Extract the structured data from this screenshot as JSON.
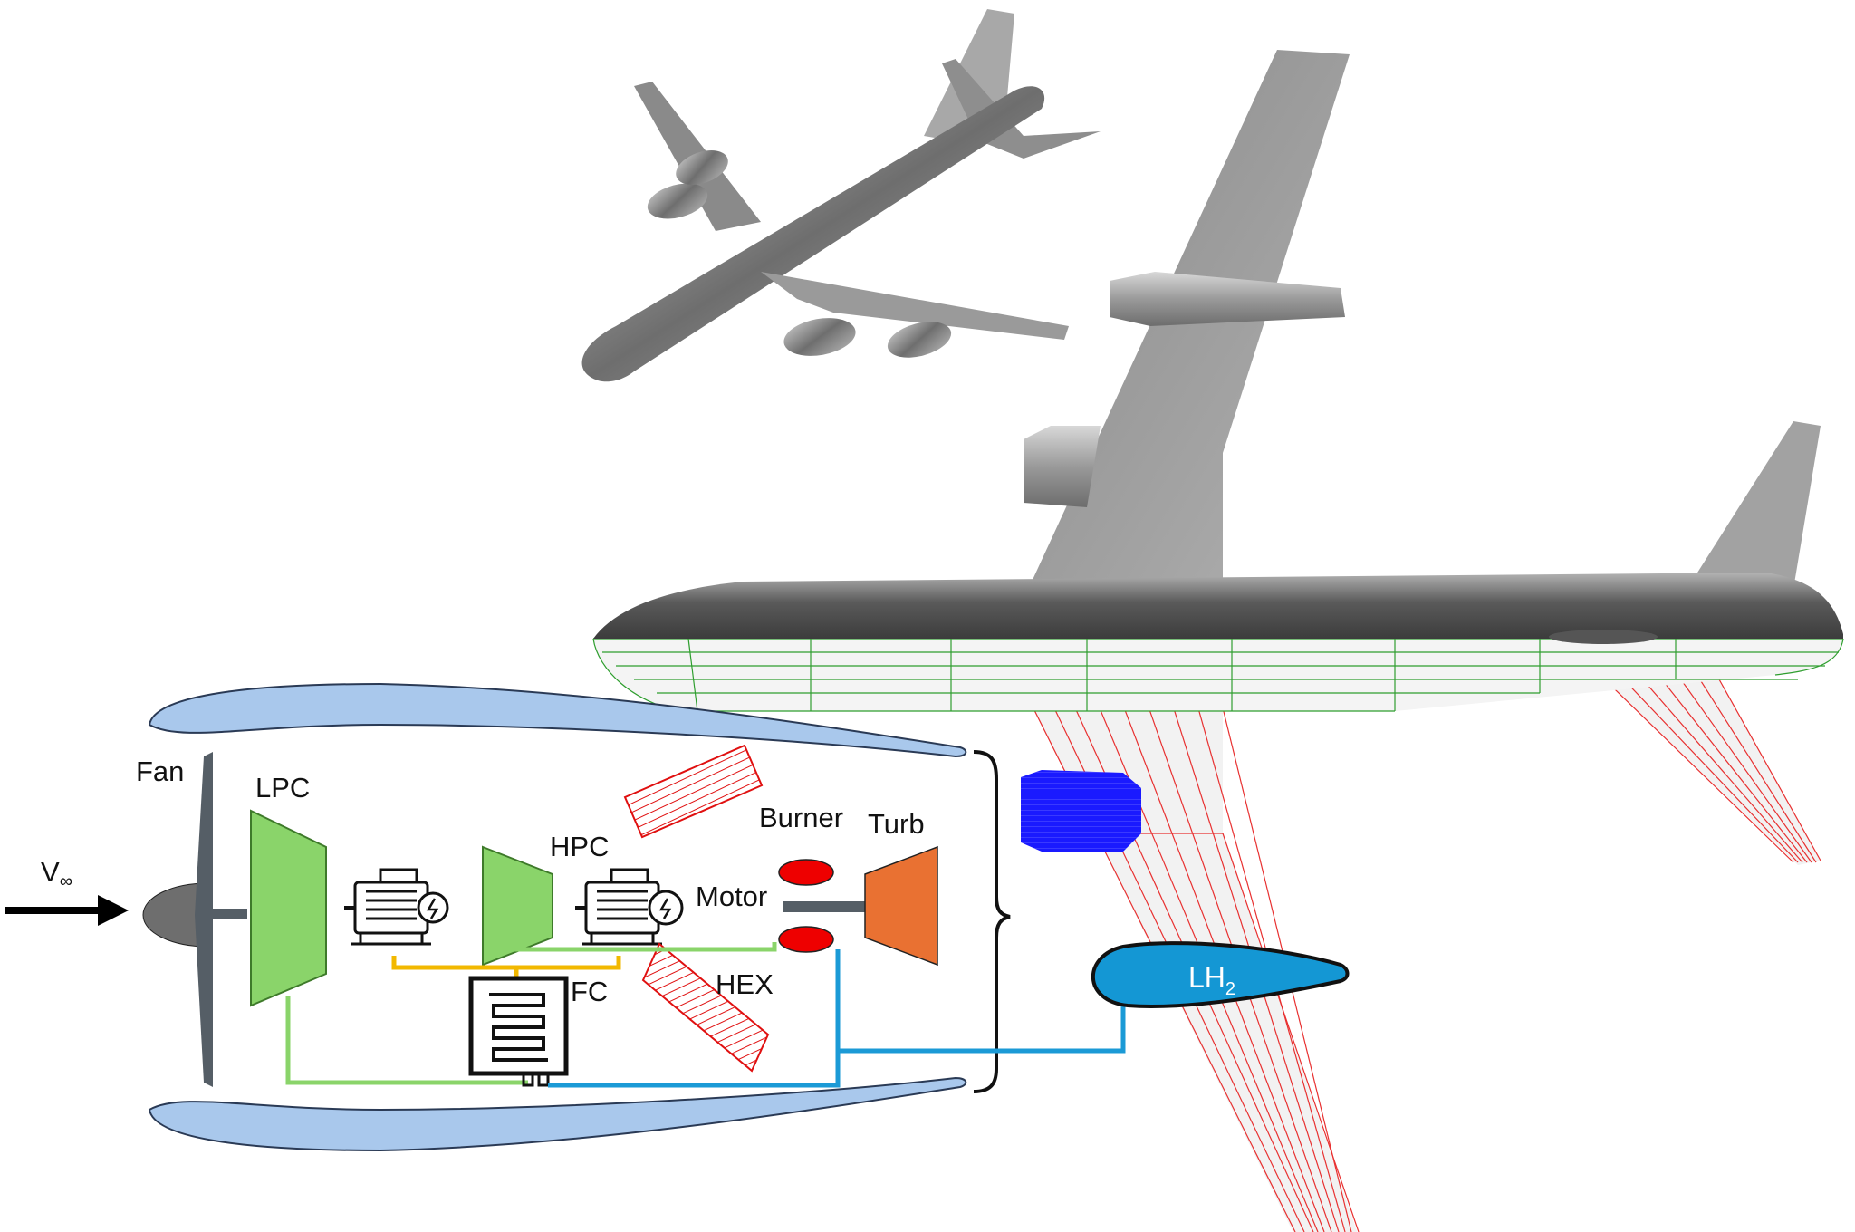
{
  "labels": {
    "fan": "Fan",
    "lpc": "LPC",
    "hpc": "HPC",
    "burner": "Burner",
    "turb": "Turb",
    "motor": "Motor",
    "fc": "FC",
    "hex": "HEX",
    "freestream": "V",
    "freestream_sub": "∞",
    "lh2_main": "LH",
    "lh2_sub": "2"
  },
  "colors": {
    "nacelle": "#a9c8ec",
    "compressor": "#8ad46a",
    "turbine": "#e97132",
    "burner": "#ee0000",
    "lh2_tank": "#1497d4",
    "hydrogen_line": "#1b9ad6",
    "air_line": "#8ad46a",
    "electric_line": "#f2b800",
    "hex_hatch": "#e01010",
    "wing_mesh": "#e83030",
    "fuselage_mesh": "#2e9e2e",
    "fuel_cell_volume": "#1a1aff",
    "aircraft_gray": "#8c8c8c"
  },
  "icons": [
    "electric-motor-icon",
    "fuel-cell-icon",
    "airplane-3d-render",
    "freestream-arrow-icon"
  ]
}
